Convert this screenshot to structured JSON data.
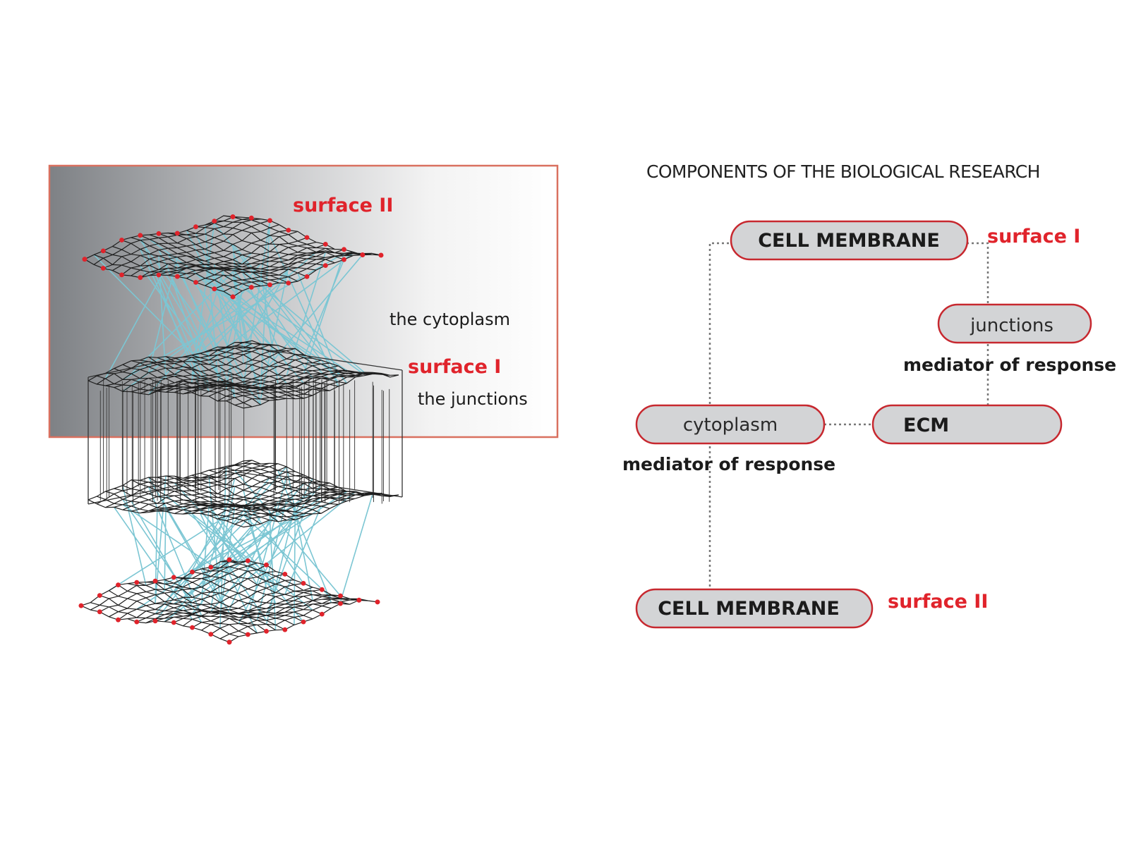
{
  "illustration": {
    "surface_top_label": "surface II",
    "cytoplasm_label": "the cytoplasm",
    "surface_mid_label": "surface I",
    "junctions_label": "the junctions"
  },
  "diagram": {
    "title": "COMPONENTS OF THE BIOLOGICAL RESEARCH",
    "nodes": {
      "cell_membrane_top": "CELL MEMBRANE",
      "junctions": "junctions",
      "cytoplasm": "cytoplasm",
      "ecm": "ECM",
      "cell_membrane_bottom": "CELL MEMBRANE"
    },
    "tags": {
      "surface_i": "surface I",
      "surface_ii": "surface II"
    },
    "mediator_right": "mediator of response",
    "mediator_left": "mediator of response"
  },
  "colors": {
    "accent_red": "#e0232b",
    "pill_fill": "#d3d4d6",
    "mesh_cyan": "#7cc6d3"
  }
}
